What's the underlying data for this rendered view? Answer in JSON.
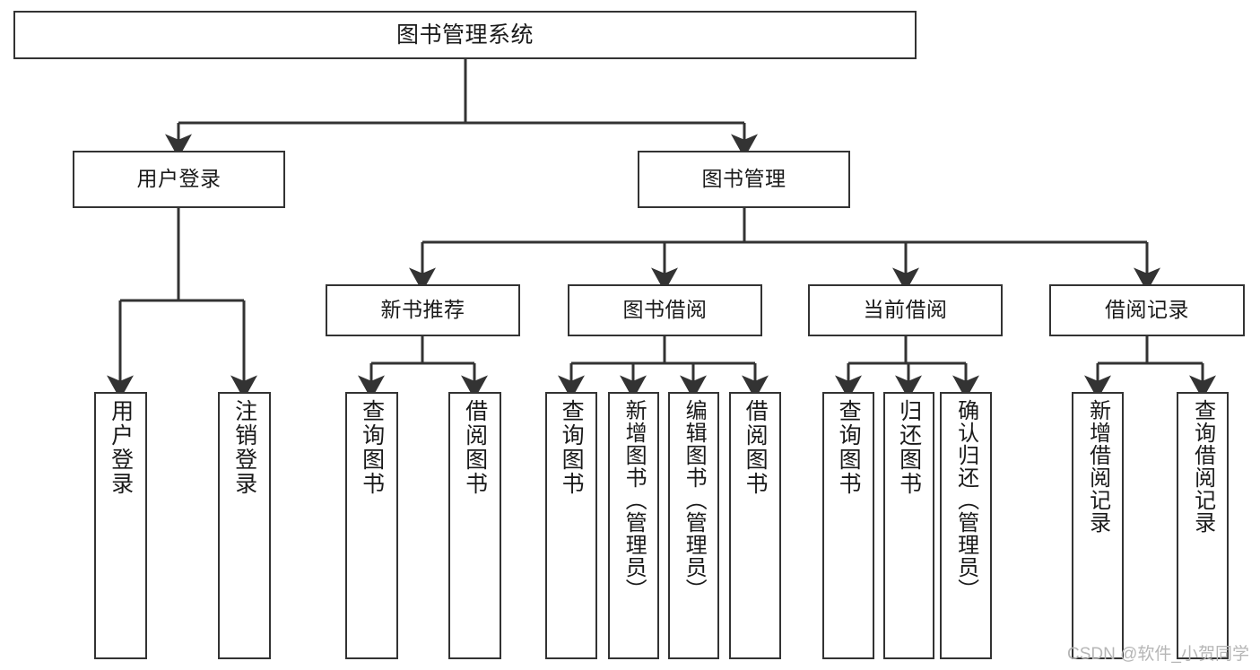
{
  "diagram": {
    "title": "图书管理系统",
    "type": "tree-hierarchy-chart",
    "root": {
      "label": "图书管理系统"
    },
    "level2": [
      {
        "label": "用户登录"
      },
      {
        "label": "图书管理"
      }
    ],
    "level3": [
      {
        "label": "新书推荐"
      },
      {
        "label": "图书借阅"
      },
      {
        "label": "当前借阅"
      },
      {
        "label": "借阅记录"
      }
    ],
    "leaves": {
      "user_login": [
        {
          "label": "用户登录"
        },
        {
          "label": "注销登录"
        }
      ],
      "new_book_recommend": [
        {
          "label": "查询图书"
        },
        {
          "label": "借阅图书"
        }
      ],
      "book_borrow": [
        {
          "label": "查询图书"
        },
        {
          "label": "新增图书（管理员）"
        },
        {
          "label": "编辑图书（管理员）"
        },
        {
          "label": "借阅图书"
        }
      ],
      "current_borrow": [
        {
          "label": "查询图书"
        },
        {
          "label": "归还图书"
        },
        {
          "label": "确认归还（管理员）"
        }
      ],
      "borrow_record": [
        {
          "label": "新增借阅记录"
        },
        {
          "label": "查询借阅记录"
        }
      ]
    }
  },
  "watermark": {
    "text": "CSDN @软件_小贺同学"
  },
  "colors": {
    "stroke": "#333333",
    "box_fill": "#ffffff",
    "text": "#1a1a1a",
    "watermark": "#b6b6b6"
  }
}
